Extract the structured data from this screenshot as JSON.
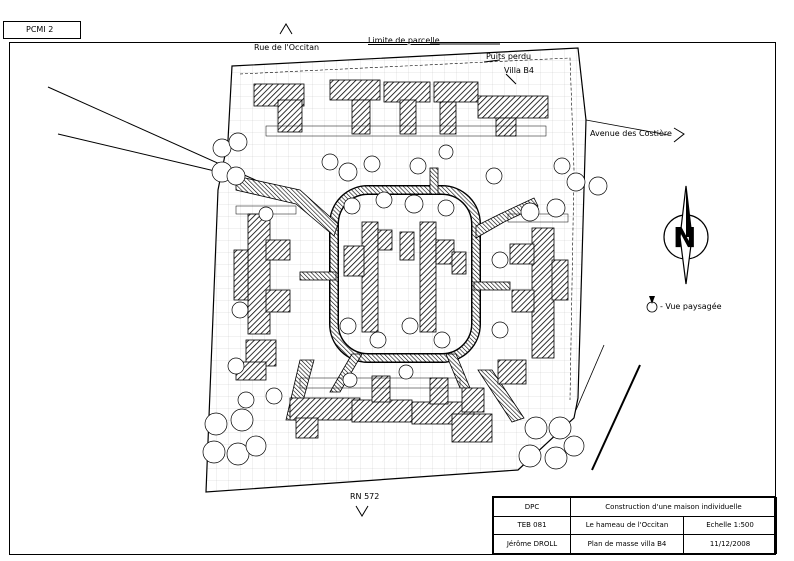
{
  "sheet": {
    "tag": "PCMI 2"
  },
  "labels": {
    "street_top": "Rue de l'Occitan",
    "parcel_limit": "Limite de parcelle",
    "well": "Puits perdu",
    "villa": "Villa B4",
    "avenue": "Avenue des Costière",
    "road_bottom": "RN 572",
    "north": "N",
    "view_legend": "- Vue paysagée"
  },
  "cartouche": {
    "rows": [
      [
        "DPC",
        "Construction d'une maison individuelle"
      ],
      [
        "TEB 081",
        "Le hameau de l'Occitan",
        "Echelle 1:500"
      ],
      [
        "Jérôme DROLL",
        "Plan de masse villa B4",
        "11/12/2008"
      ]
    ]
  }
}
